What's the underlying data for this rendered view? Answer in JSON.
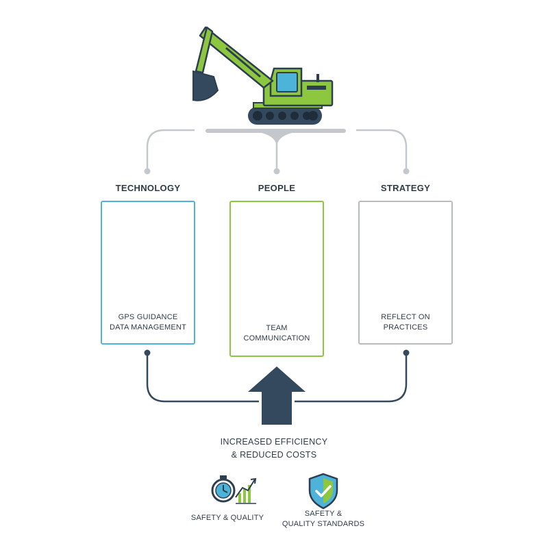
{
  "columns": {
    "technology": {
      "title": "TECHNOLOGY",
      "lines": [
        "GPS GUIDANCE",
        "DATA MANAGEMENT"
      ],
      "accent": "#4eb3d8",
      "icons": [
        "satellite-globe-icon",
        "tablet-chart-icon"
      ]
    },
    "people": {
      "title": "PEOPLE",
      "lines": [
        "TEAM",
        "COMMUNICATION"
      ],
      "accent": "#8dc63f",
      "icons": [
        "team-gear-icon",
        "chat-bubbles-icon"
      ]
    },
    "strategy": {
      "title": "STRATEGY",
      "lines": [
        "REFLECT ON",
        "PRACTICES"
      ],
      "accent": "#b8bcc0",
      "icons": [
        "lightbulb-icon",
        "gear-question-icon"
      ]
    }
  },
  "outcome": {
    "lines": [
      "INCREASED EFFICIENCY",
      "& REDUCED COSTS"
    ]
  },
  "benefits": [
    {
      "lines": [
        "SAFETY & QUALITY"
      ],
      "icon": "stopwatch-growth-icon"
    },
    {
      "lines": [
        "SAFETY &",
        "QUALITY STANDARDS"
      ],
      "icon": "shield-check-icon"
    }
  ],
  "colors": {
    "excavator": "#8dc63f",
    "dark": "#34495e",
    "blue": "#4eb3d8",
    "connector": "#c4c8cc"
  }
}
